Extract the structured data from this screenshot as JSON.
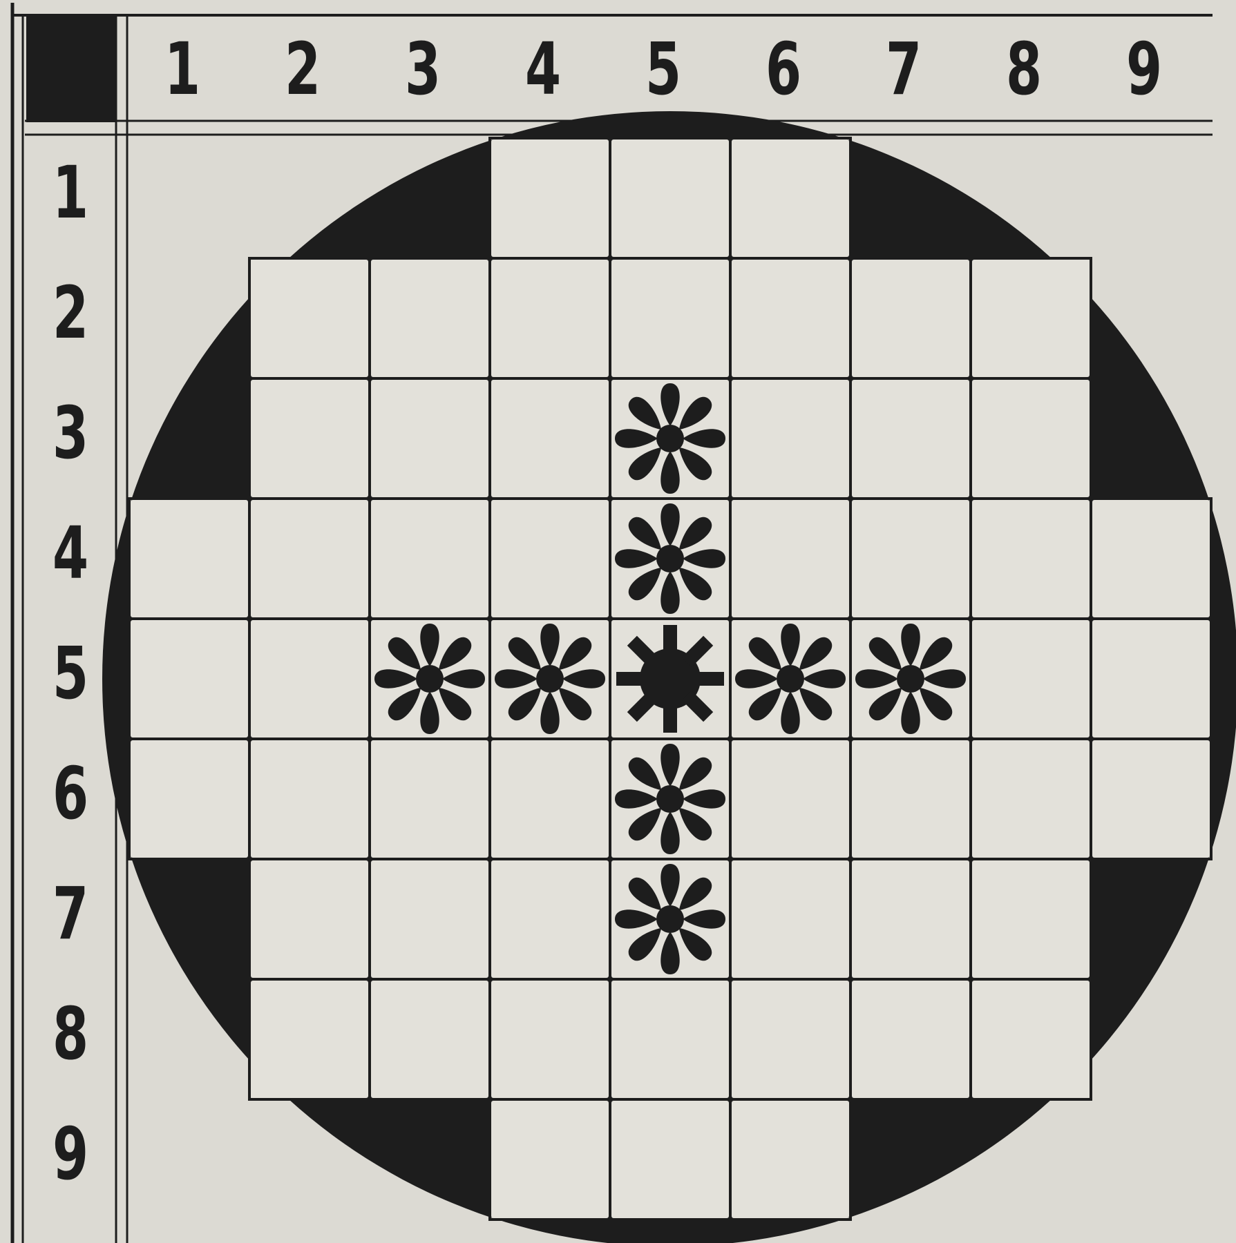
{
  "board": {
    "size": 9,
    "column_labels": [
      "1",
      "2",
      "3",
      "4",
      "5",
      "6",
      "7",
      "8",
      "9"
    ],
    "row_labels": [
      "1",
      "2",
      "3",
      "4",
      "5",
      "6",
      "7",
      "8",
      "9"
    ],
    "playable_rows": [
      {
        "row": 1,
        "from": 4,
        "to": 6
      },
      {
        "row": 2,
        "from": 2,
        "to": 8
      },
      {
        "row": 3,
        "from": 2,
        "to": 8
      },
      {
        "row": 4,
        "from": 1,
        "to": 9
      },
      {
        "row": 5,
        "from": 1,
        "to": 9
      },
      {
        "row": 6,
        "from": 1,
        "to": 9
      },
      {
        "row": 7,
        "from": 2,
        "to": 8
      },
      {
        "row": 8,
        "from": 2,
        "to": 8
      },
      {
        "row": 9,
        "from": 4,
        "to": 6
      }
    ],
    "pieces": [
      {
        "row": 3,
        "col": 5,
        "type": "flower"
      },
      {
        "row": 4,
        "col": 5,
        "type": "flower"
      },
      {
        "row": 5,
        "col": 3,
        "type": "flower"
      },
      {
        "row": 5,
        "col": 4,
        "type": "flower"
      },
      {
        "row": 5,
        "col": 5,
        "type": "center"
      },
      {
        "row": 5,
        "col": 6,
        "type": "flower"
      },
      {
        "row": 5,
        "col": 7,
        "type": "flower"
      },
      {
        "row": 6,
        "col": 5,
        "type": "flower"
      },
      {
        "row": 7,
        "col": 5,
        "type": "flower"
      }
    ]
  },
  "colors": {
    "paper": "#dcdad3",
    "cell": "#e3e1da",
    "ink": "#1d1d1d"
  }
}
